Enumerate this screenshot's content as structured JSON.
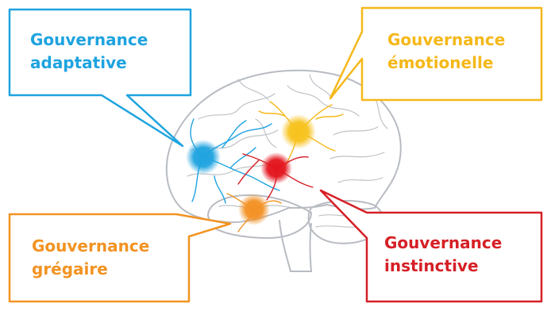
{
  "boxes": [
    {
      "id": "adaptive",
      "line1": "Gouvernance",
      "line2": "adaptative",
      "color": "#1ea3e0"
    },
    {
      "id": "emotional",
      "line1": "Gouvernance",
      "line2": "émotionelle",
      "color": "#f5b819"
    },
    {
      "id": "gregarious",
      "line1": "Gouvernance",
      "line2": "grégaire",
      "color": "#f29322"
    },
    {
      "id": "instinctive",
      "line1": "Gouvernance",
      "line2": "instinctive",
      "color": "#d61f26"
    }
  ],
  "brain_color": "#b8bcc2"
}
